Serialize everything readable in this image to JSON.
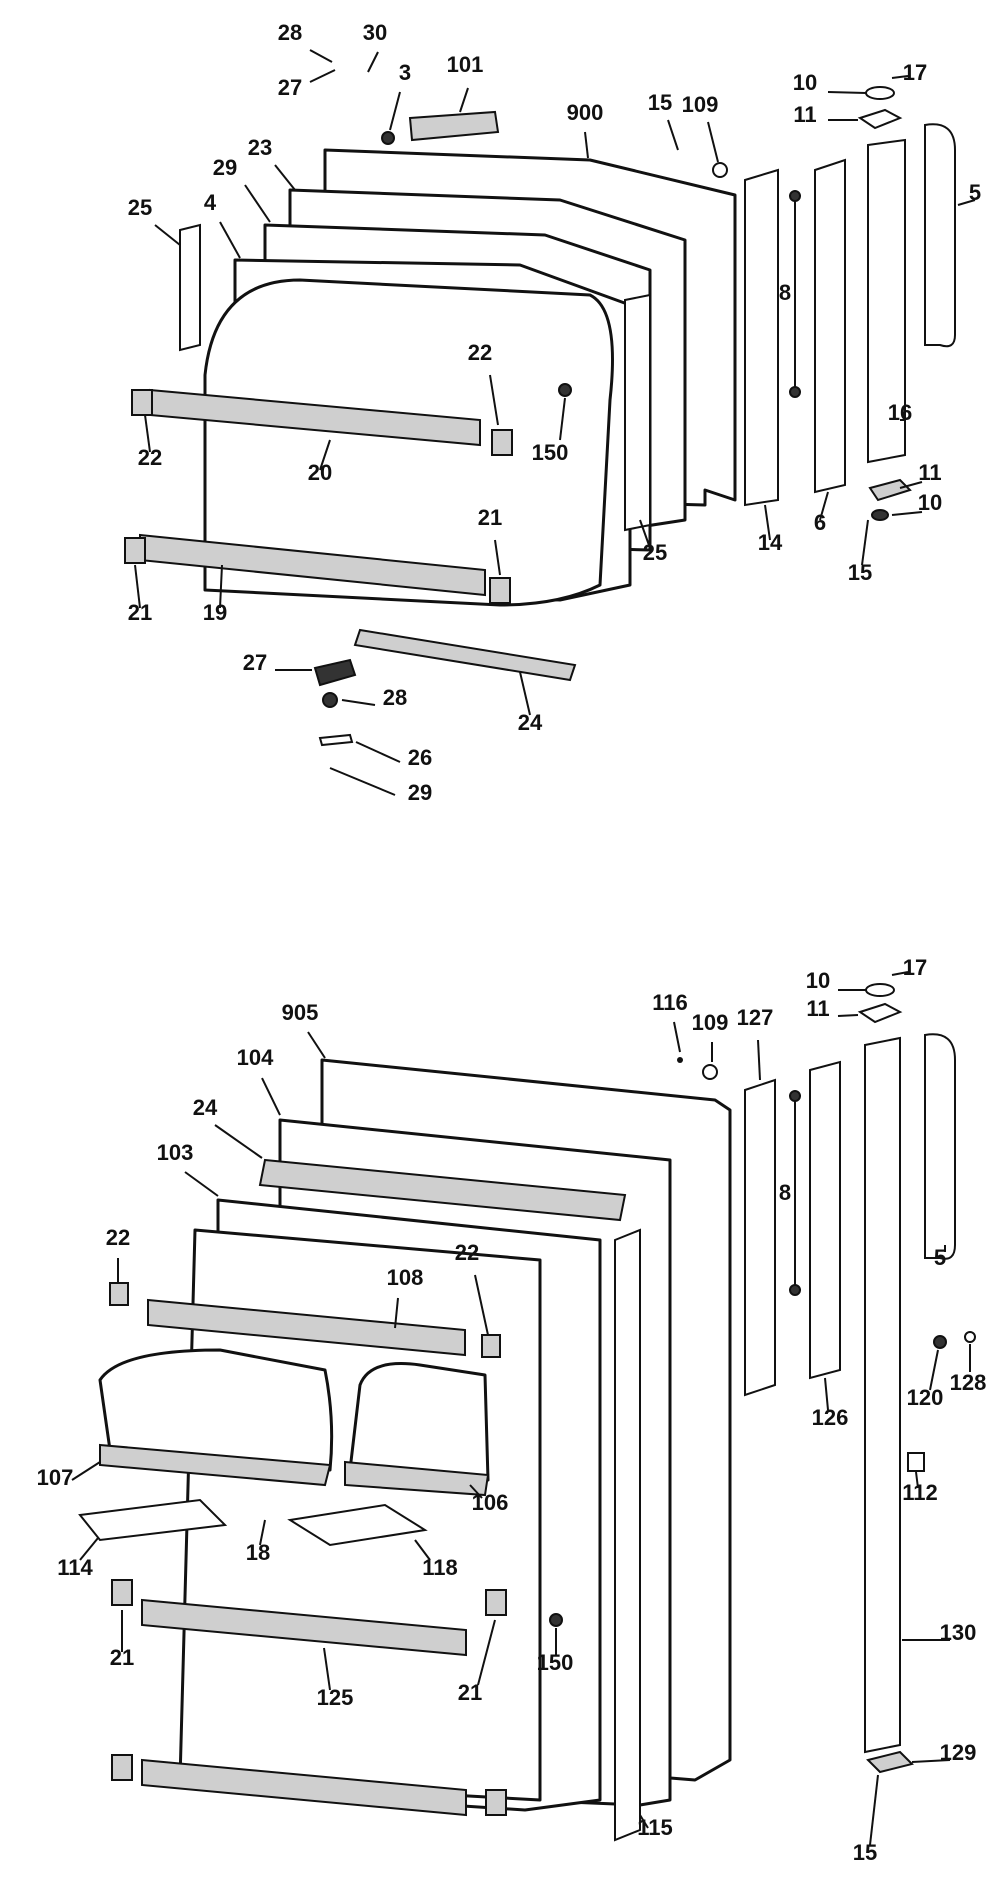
{
  "labels": {
    "top": [
      "28",
      "30",
      "27",
      "3",
      "101",
      "900",
      "15",
      "109",
      "10",
      "17",
      "11",
      "5",
      "23",
      "29",
      "25",
      "4",
      "8",
      "16",
      "22",
      "150",
      "22",
      "20",
      "6",
      "14",
      "11",
      "10",
      "21",
      "25",
      "15",
      "21",
      "19",
      "27",
      "28",
      "24",
      "26",
      "29"
    ],
    "bottom": [
      "116",
      "109",
      "127",
      "10",
      "17",
      "11",
      "905",
      "104",
      "24",
      "103",
      "8",
      "5",
      "22",
      "108",
      "22",
      "120",
      "128",
      "126",
      "107",
      "106",
      "112",
      "114",
      "18",
      "118",
      "150",
      "125",
      "21",
      "21",
      "130",
      "129",
      "115",
      "15"
    ]
  }
}
